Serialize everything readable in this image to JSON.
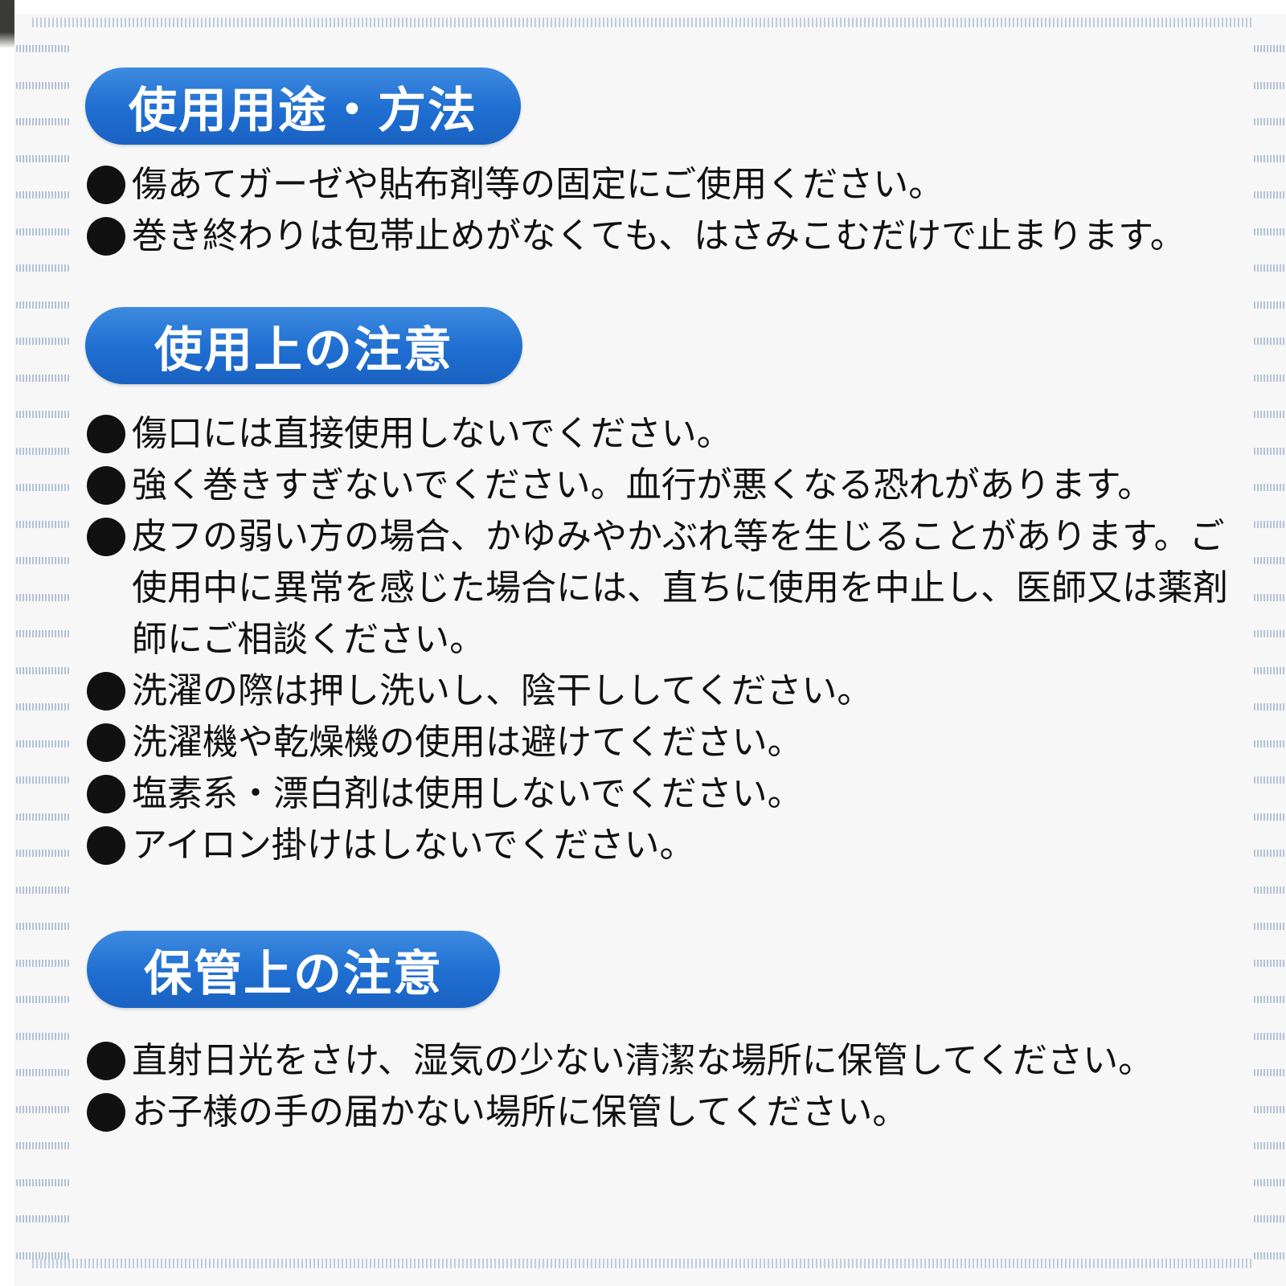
{
  "sections": [
    {
      "title": "使用用途・方法",
      "items": [
        "傷あてガーゼや貼布剤等の固定にご使用ください。",
        "巻き終わりは包帯止めがなくても、はさみこむだけで止まります。"
      ]
    },
    {
      "title": "使用上の注意",
      "items": [
        "傷口には直接使用しないでください。",
        "強く巻きすぎないでください。血行が悪くなる恐れがあります。",
        "皮フの弱い方の場合、かゆみやかぶれ等を生じることがあります。ご使用中に異常を感じた場合には、直ちに使用を中止し、医師又は薬剤師にご相談ください。",
        "洗濯の際は押し洗いし、陰干ししてください。",
        "洗濯機や乾燥機の使用は避けてください。",
        "塩素系・漂白剤は使用しないでください。",
        "アイロン掛けはしないでください。"
      ]
    },
    {
      "title": "保管上の注意",
      "items": [
        "直射日光をさけ、湿気の少ない清潔な場所に保管してください。",
        "お子様の手の届かない場所に保管してください。"
      ]
    }
  ],
  "colors": {
    "heading_bg": "#1f6ed1",
    "heading_text": "#ffffff",
    "body_text": "#111111",
    "border_dots": "#a7bad4"
  }
}
